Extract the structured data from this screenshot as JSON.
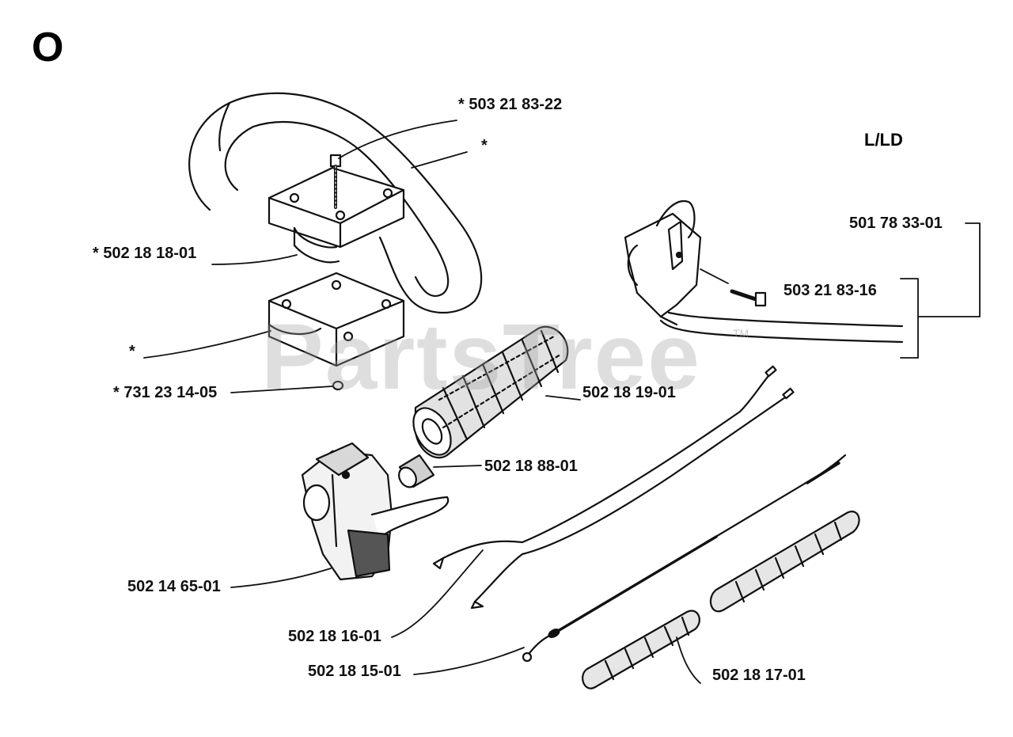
{
  "corner_mark": "O",
  "model_label": "L/LD",
  "watermark": {
    "text": "PartsTree",
    "tm": "TM"
  },
  "labels": {
    "top_screw": "*  503 21 83-22",
    "handle_star": "*",
    "upper_clamp": "*  502 18 18-01",
    "lower_clamp": "*",
    "washer": "*  731 23 14-05",
    "grip": "502 18 19-01",
    "bushing": "502 18 88-01",
    "throttle_housing": "502 14 65-01",
    "wire_harness": "502 18 16-01",
    "throttle_cable": "502 18 15-01",
    "sleeve": "502 18 17-01",
    "bracket_kit": "501 78 33-01",
    "bracket_screw": "503 21 83-16"
  },
  "colors": {
    "ink": "#111111",
    "watermark": "#a0a0a0",
    "part_shade": "#d8d8d8"
  }
}
